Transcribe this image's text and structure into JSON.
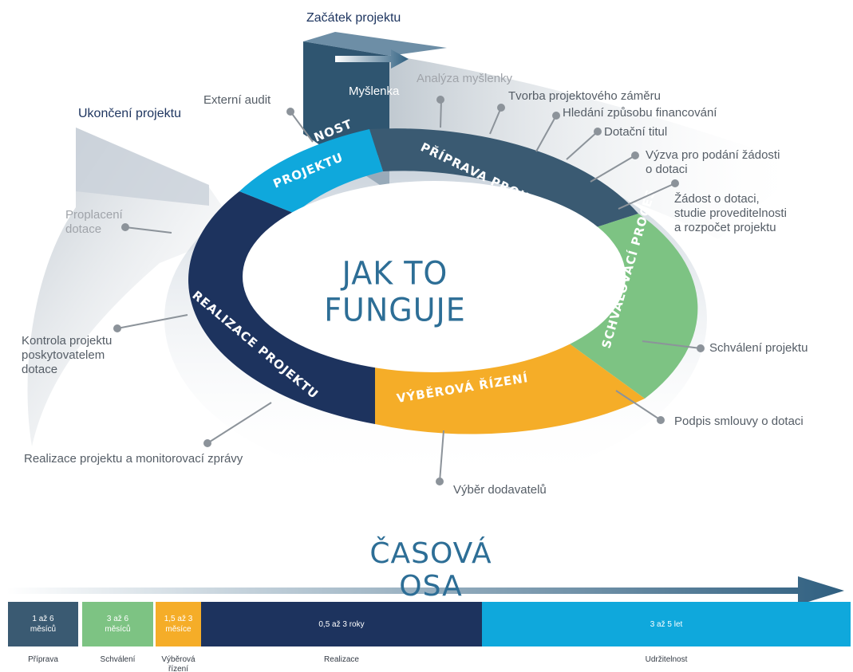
{
  "start": "Začátek projektu",
  "idea": "Myšlenka",
  "end": "Ukončení projektu",
  "center_title": "JAK TO FUNGUJE",
  "phases": {
    "sustainability": [
      "UDRŽITELNOST",
      "PROJEKTU"
    ],
    "preparation": "PŘÍPRAVA PROJEKTU",
    "approval": "SCHVALOVACÍ PROCES",
    "tender": "VÝBĚROVÁ ŘÍZENÍ",
    "implementation": "REALIZACE PROJEKTU"
  },
  "steps": {
    "analysis": "Analýza myšlenky",
    "project_plan": "Tvorba projektového záměru",
    "funding_search": "Hledání způsobu financování",
    "subsidy_title": "Dotační titul",
    "call": "Výzva pro podání žádosti\no dotaci",
    "application": "Žádost o dotaci,\nstudie proveditelnosti\na rozpočet projektu",
    "approval": "Schválení projektu",
    "contract": "Podpis smlouvy o dotaci",
    "supplier": "Výběr dodavatelů",
    "monitoring": "Realizace projektu a monitorovací zprávy",
    "control": "Kontrola projektu\nposkytovatelem\ndotace",
    "reimbursement": "Proplacení\ndotace",
    "audit": "Externí audit"
  },
  "timeline": {
    "title": "ČASOVÁ OSA",
    "segments": [
      {
        "duration": "1 až 6\nměsíců",
        "label": "Příprava",
        "color": "#3a5a72"
      },
      {
        "duration": "3 až 6\nměsíců",
        "label": "Schválení",
        "color": "#7dc383"
      },
      {
        "duration": "1,5 až 3\nměsíce",
        "label": "Výběrová\nřízení",
        "color": "#f5ad28"
      },
      {
        "duration": "0,5 až 3 roky",
        "label": "Realizace",
        "color": "#1d335e"
      },
      {
        "duration": "3 až 5 let",
        "label": "Udržitelnost",
        "color": "#0fa8dc"
      }
    ]
  },
  "colors": {
    "preparation": "#3a5a72",
    "approval": "#7dc383",
    "tender": "#f5ad28",
    "implementation": "#1d335e",
    "sustainability": "#0fa8dc",
    "title": "#2d6e96"
  }
}
